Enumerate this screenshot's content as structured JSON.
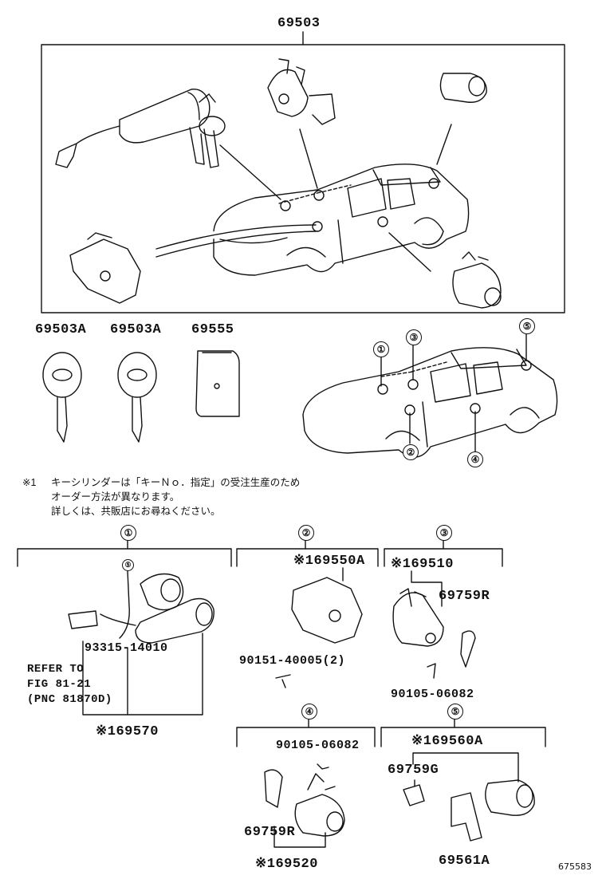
{
  "top_box": {
    "part_no": "69503"
  },
  "keys": [
    {
      "part_no": "69503A"
    },
    {
      "part_no": "69503A"
    },
    {
      "part_no": "69555"
    }
  ],
  "callouts": [
    "①",
    "②",
    "③",
    "④",
    "⑤"
  ],
  "note": {
    "mark": "※1",
    "line1": "キーシリンダーは「キーＮｏ．指定」の受注生産のため",
    "line2": "オーダー方法が異なります。",
    "line3": "詳しくは、共販店にお尋ねください。"
  },
  "section1": {
    "num": "①",
    "sub": "⑤",
    "part_a": "93315-14010",
    "refer1": "REFER TO",
    "refer2": "FIG 81-21",
    "refer3": "(PNC 81870D)",
    "assy": "※169570"
  },
  "section2": {
    "num": "②",
    "assy": "※169550A",
    "bolt": "90151-40005(2)"
  },
  "section3": {
    "num": "③",
    "assy": "※169510",
    "part_a": "69759R",
    "screw": "90105-06082"
  },
  "section4": {
    "num": "④",
    "screw": "90105-06082",
    "part_a": "69759R",
    "assy": "※169520"
  },
  "section5": {
    "num": "⑤",
    "assy": "※169560A",
    "part_a": "69759G",
    "part_b": "69561A"
  },
  "drawing_code": "675583"
}
